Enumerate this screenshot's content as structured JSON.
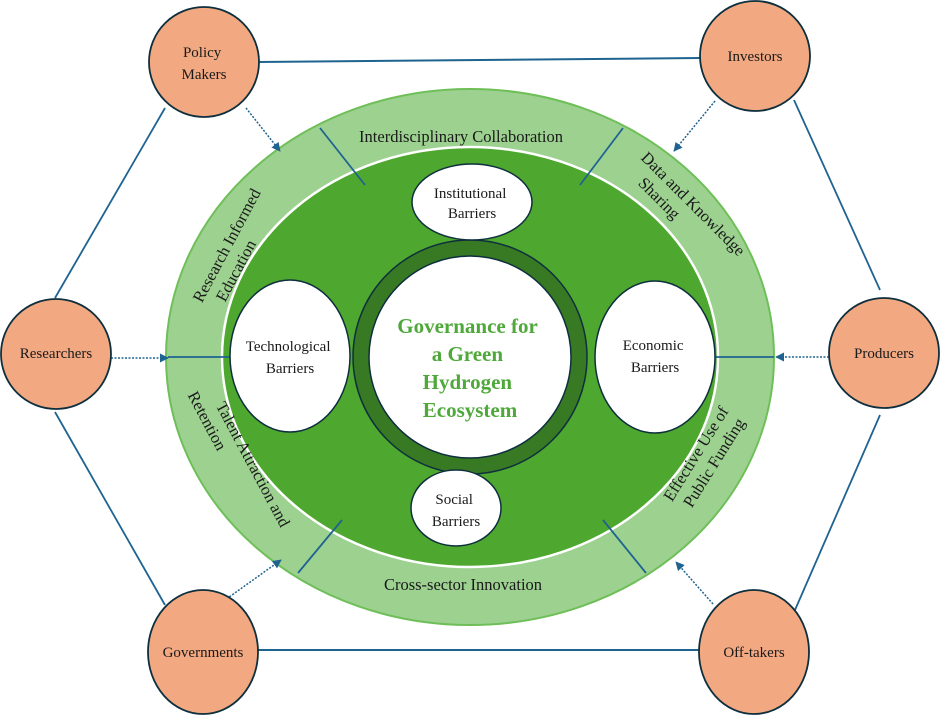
{
  "title": "Governance for a Green Hydrogen Ecosystem",
  "colors": {
    "stakeholder_fill": "#f2a982",
    "connector": "#1f6391",
    "outer_ring": "#9dd190",
    "inner_field": "#4ea72e",
    "center_ring": "#387a24",
    "center_text": "#4ea83a"
  },
  "center": {
    "lines": [
      "Governance for",
      "a Green",
      "Hydrogen",
      "Ecosystem"
    ]
  },
  "barriers": [
    {
      "id": "institutional",
      "lines": [
        "Institutional",
        "Barriers"
      ]
    },
    {
      "id": "technological",
      "lines": [
        "Technological",
        "Barriers"
      ]
    },
    {
      "id": "economic",
      "lines": [
        "Economic",
        "Barriers"
      ]
    },
    {
      "id": "social",
      "lines": [
        "Social",
        "Barriers"
      ]
    }
  ],
  "ring_segments": [
    {
      "id": "interdisciplinary",
      "lines": [
        "Interdisciplinary Collaboration"
      ]
    },
    {
      "id": "data-knowledge",
      "lines": [
        "Data and Knowledge",
        "Sharing"
      ]
    },
    {
      "id": "research-education",
      "lines": [
        "Research Informed",
        "Education"
      ]
    },
    {
      "id": "talent",
      "lines": [
        "Talent Attraction and",
        "Retention"
      ]
    },
    {
      "id": "public-funding",
      "lines": [
        "Effective Use of",
        "Public Funding"
      ]
    },
    {
      "id": "cross-sector",
      "lines": [
        "Cross-sector Innovation"
      ]
    }
  ],
  "stakeholders": [
    {
      "id": "policy-makers",
      "lines": [
        "Policy",
        "Makers"
      ]
    },
    {
      "id": "investors",
      "lines": [
        "Investors"
      ]
    },
    {
      "id": "researchers",
      "lines": [
        "Researchers"
      ]
    },
    {
      "id": "producers",
      "lines": [
        "Producers"
      ]
    },
    {
      "id": "governments",
      "lines": [
        "Governments"
      ]
    },
    {
      "id": "off-takers",
      "lines": [
        "Off-takers"
      ]
    }
  ]
}
